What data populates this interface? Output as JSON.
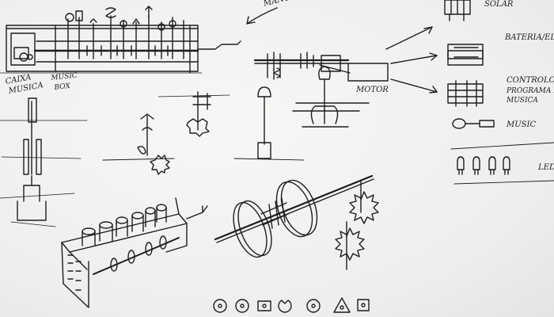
{
  "labels": {
    "manual": "MANUAL",
    "solar": "SOLAR",
    "bateria": "BATERIA/EL",
    "motor": "MOTOR",
    "controlo": "CONTROLO",
    "programa": "PROGRAMA D",
    "musica": "MUSICA",
    "music": "MUSIC",
    "leds": "LED",
    "caixa_musica_1": "CAIXA",
    "caixa_musica_2": "MUSICA",
    "music_box_1": "MUSIC",
    "music_box_2": "BOX"
  }
}
